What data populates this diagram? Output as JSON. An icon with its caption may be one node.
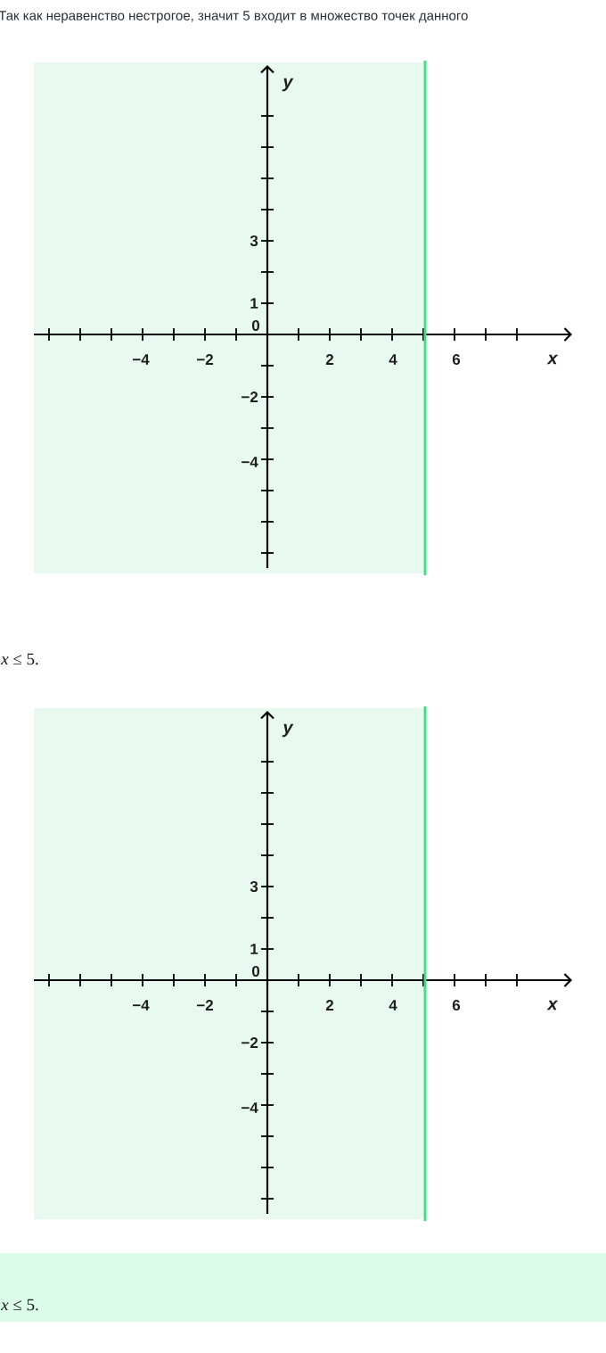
{
  "diagram": {
    "labels": [
      "Так как неравенство нестрогое, значит 5 входит в множество точек данного",
      "y",
      "3",
      "1",
      "0",
      "−4",
      "−2",
      "2",
      "4",
      "6",
      "x",
      "−2",
      "−4",
      "*x* ≤ 5.",
      "y",
      "3",
      "1",
      "0",
      "−4",
      "−2",
      "2",
      "4",
      "6",
      "x",
      "−2",
      "−4",
      "*x* ≤ 5."
    ]
  }
}
